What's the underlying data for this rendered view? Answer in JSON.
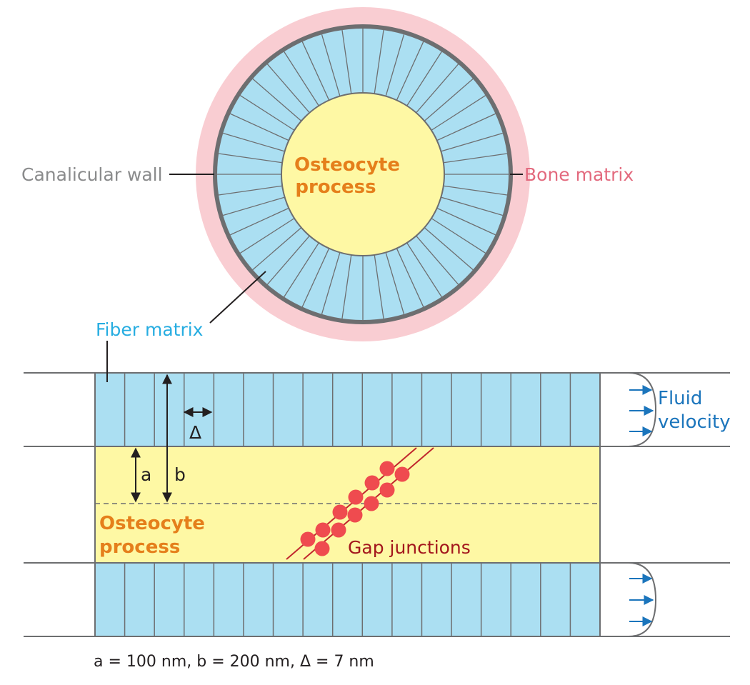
{
  "labels": {
    "canalicular_wall": "Canalicular wall",
    "bone_matrix": "Bone matrix",
    "osteocyte_top_line1": "Osteocyte",
    "osteocyte_top_line2": "process",
    "fiber_matrix": "Fiber matrix",
    "fluid_velocity_line1": "Fluid",
    "fluid_velocity_line2": "velocity",
    "osteocyte_bottom_line1": "Osteocyte",
    "osteocyte_bottom_line2": "process",
    "gap_junctions": "Gap junctions",
    "dim_a": "a",
    "dim_b": "b",
    "dim_delta": "Δ",
    "caption": "a = 100 nm, b = 200 nm, Δ = 7 nm"
  },
  "colors": {
    "fiber_blue": "#abdff2",
    "bone_pink": "#f9cdd2",
    "cell_yellow": "#fef8a4",
    "wall_gray": "#6d6e70",
    "gap_red": "#ef4b4f",
    "gap_line": "#c1272d",
    "arrow_blue": "#1b75bc"
  }
}
